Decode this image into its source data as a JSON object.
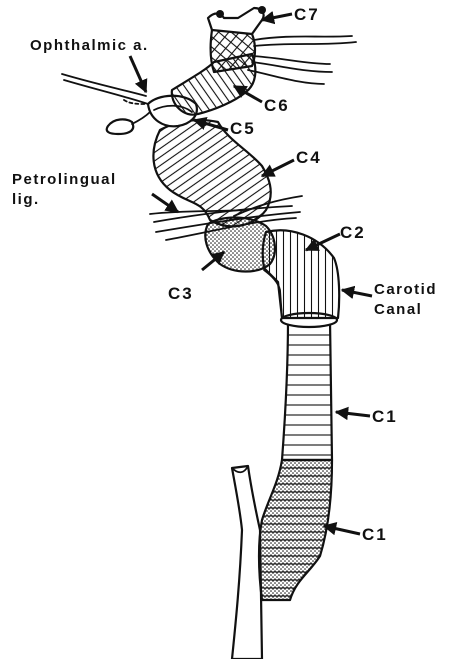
{
  "labels": {
    "c7": "C7",
    "ophthalmic": "Ophthalmic a.",
    "c6": "C6",
    "c5": "C5",
    "c4": "C4",
    "petrolingual_line1": "Petrolingual",
    "petrolingual_line2": "lig.",
    "c2": "C2",
    "c3": "C3",
    "carotid_line1": "Carotid",
    "carotid_line2": "Canal",
    "c1_upper": "C1",
    "c1_lower": "C1"
  },
  "colors": {
    "ink": "#111111",
    "background": "#ffffff"
  }
}
